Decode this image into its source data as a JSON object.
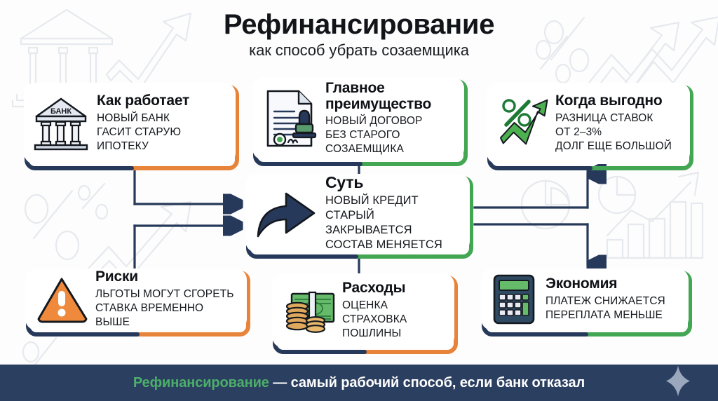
{
  "header": {
    "title": "Рефинансирование",
    "subtitle": "как способ убрать созаемщика"
  },
  "colors": {
    "navy": "#2b3f60",
    "orange": "#e8833a",
    "green": "#43a653",
    "text": "#0e1116",
    "footer_bg": "#2b3f60",
    "footer_highlight": "#4caf6a",
    "watermark": "#e6e9ee"
  },
  "cards": [
    {
      "id": "how-it-works",
      "icon": "bank-building-icon",
      "icon_label": "БАНК",
      "heading": "Как работает",
      "lines": [
        "НОВЫЙ БАНК",
        "ГАСИТ СТАРУЮ",
        "ИПОТЕКУ"
      ],
      "accent": "#e8833a"
    },
    {
      "id": "main-advantage",
      "icon": "document-stamp-icon",
      "heading": "Главное преимущество",
      "lines": [
        "НОВЫЙ ДОГОВОР",
        "БЕЗ СТАРОГО",
        "СОЗАЕМЩИКА"
      ],
      "accent": "#43a653"
    },
    {
      "id": "when-profitable",
      "icon": "percent-growth-arrow-icon",
      "heading": "Когда выгодно",
      "lines": [
        "РАЗНИЦА СТАВОК",
        "ОТ 2–3%",
        "ДОЛГ ЕЩЕ БОЛЬШОЙ"
      ],
      "accent": "#43a653"
    },
    {
      "id": "essence",
      "icon": "curved-arrow-icon",
      "heading": "Суть",
      "lines": [
        "НОВЫЙ КРЕДИТ",
        "СТАРЫЙ ЗАКРЫВАЕТСЯ",
        "СОСТАВ МЕНЯЕТСЯ"
      ],
      "accent": "#43a653"
    },
    {
      "id": "risks",
      "icon": "warning-triangle-icon",
      "heading": "Риски",
      "lines": [
        "ЛЬГОТЫ МОГУТ СГОРЕТЬ",
        "СТАВКА ВРЕМЕННО ВЫШЕ"
      ],
      "accent": "#e8833a"
    },
    {
      "id": "expenses",
      "icon": "money-coins-icon",
      "heading": "Расходы",
      "lines": [
        "ОЦЕНКА",
        "СТРАХОВКА",
        "ПОШЛИНЫ"
      ],
      "accent": "#e8833a"
    },
    {
      "id": "savings",
      "icon": "calculator-icon",
      "heading": "Экономия",
      "lines": [
        "ПЛАТЕЖ СНИЖАЕТСЯ",
        "ПЕРЕПЛАТА МЕНЬШЕ"
      ],
      "accent": "#43a653"
    }
  ],
  "footer": {
    "highlight": "Рефинансирование",
    "rest": " — самый рабочий способ, если банк отказал",
    "sparkle_icon": "sparkle-diamond-icon"
  },
  "background_watermarks": [
    "bank-building-outline",
    "growth-arrow-outline",
    "percent-sign-outline",
    "pie-chart-outline",
    "bar-chart-outline"
  ]
}
